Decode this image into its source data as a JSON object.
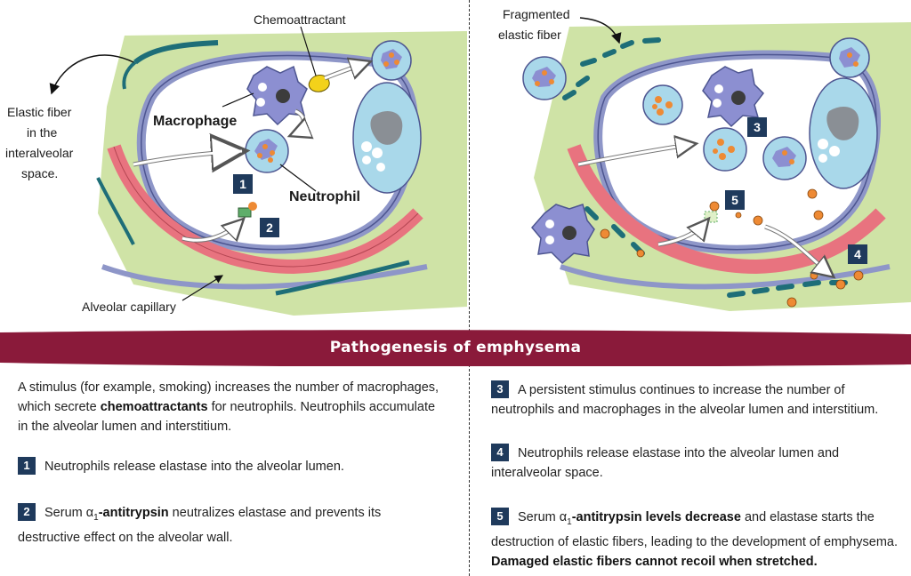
{
  "labels": {
    "chemoattractant": "Chemoattractant",
    "elastic_fiber_line1": "Elastic fiber",
    "elastic_fiber_line2": "in the",
    "elastic_fiber_line3": "interalveolar",
    "elastic_fiber_line4": "space.",
    "macrophage": "Macrophage",
    "neutrophil": "Neutrophil",
    "alveolar_capillary": "Alveolar capillary",
    "fragmented_line1": "Fragmented",
    "fragmented_line2": "elastic fiber"
  },
  "markers": {
    "m1": "1",
    "m2": "2",
    "m3": "3",
    "m4": "4",
    "m5": "5"
  },
  "banner": {
    "title": "Pathogenesis of emphysema"
  },
  "text": {
    "intro_a": "A stimulus (for example, smoking) increases the number of macrophages,",
    "intro_b_pre": "which secrete ",
    "intro_b_bold": "chemoattractants",
    "intro_b_post": " for neutrophils. Neutrophils accumulate",
    "intro_c": "in the alveolar lumen and interstitium.",
    "s1_badge": "1",
    "s1": "Neutrophils release elastase into the alveolar lumen.",
    "s2_badge": "2",
    "s2_pre": "Serum ",
    "s2_alpha": "α",
    "s2_sub": "1",
    "s2_bold": "-antitrypsin",
    "s2_post": " neutralizes elastase and prevents its",
    "s2_line2": "destructive effect on the alveolar wall.",
    "s3_badge": "3",
    "s3_a": "A persistent stimulus continues to increase the number of",
    "s3_b": "neutrophils and macrophages in the alveolar lumen and interstitium.",
    "s4_badge": "4",
    "s4_a": "Neutrophils release elastase into the alveolar lumen and",
    "s4_b": "interalveolar space.",
    "s5_badge": "5",
    "s5_pre": "Serum ",
    "s5_alpha": "α",
    "s5_sub": "1",
    "s5_bold": "-antitrypsin levels decrease",
    "s5_post": " and elastase starts the",
    "s5_line2": "destruction of elastic fibers, leading to the development of emphysema.",
    "s5_line3": "Damaged elastic fibers cannot recoil when stretched."
  },
  "colors": {
    "banner": "#8a1a3a",
    "green_bg": "#cfe3a6",
    "capillary": "#e8737f",
    "alveolar_wall": "#8e96c8",
    "elastic_fiber": "#1e6e78",
    "macrophage": "#8c8fd1",
    "neutrophil_cell": "#a9d8ea",
    "granule": "#ee8a34"
  }
}
